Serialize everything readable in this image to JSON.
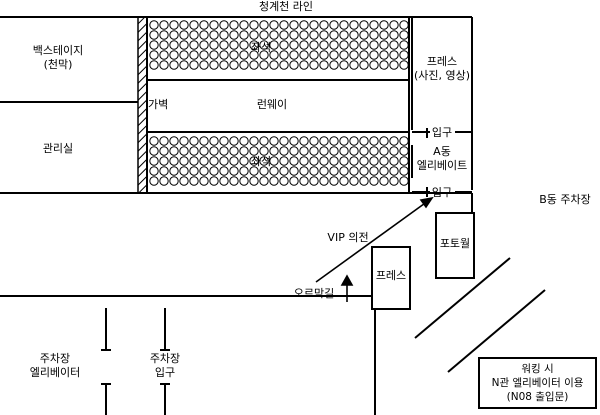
{
  "street_top": "청계천 라인",
  "backstage_line1": "백스테이지",
  "backstage_line2": "(천막)",
  "seating_upper": "좌석",
  "seating_lower": "좌석",
  "partition": "가벽",
  "runway": "런웨이",
  "press_top_line1": "프레스",
  "press_top_line2": "(사진, 영상)",
  "office": "관리실",
  "entrance_upper": "입구",
  "entrance_lower": "입구",
  "elevator_a_line1": "A동",
  "elevator_a_line2": "엘리베이트",
  "parking_b": "B동 주차장",
  "vip_lounge": "VIP 의전",
  "photo_wall": "포토월",
  "press_bottom": "프레스",
  "ramp": "오르막길",
  "parking_elevator_line1": "주차장",
  "parking_elevator_line2": "엘리베이터",
  "parking_entrance_line1": "주차장",
  "parking_entrance_line2": "입구",
  "walking_note_line1": "워킹 시",
  "walking_note_line2": "N관 엘리베이터 이용",
  "walking_note_line3": "(N08 출입문)"
}
